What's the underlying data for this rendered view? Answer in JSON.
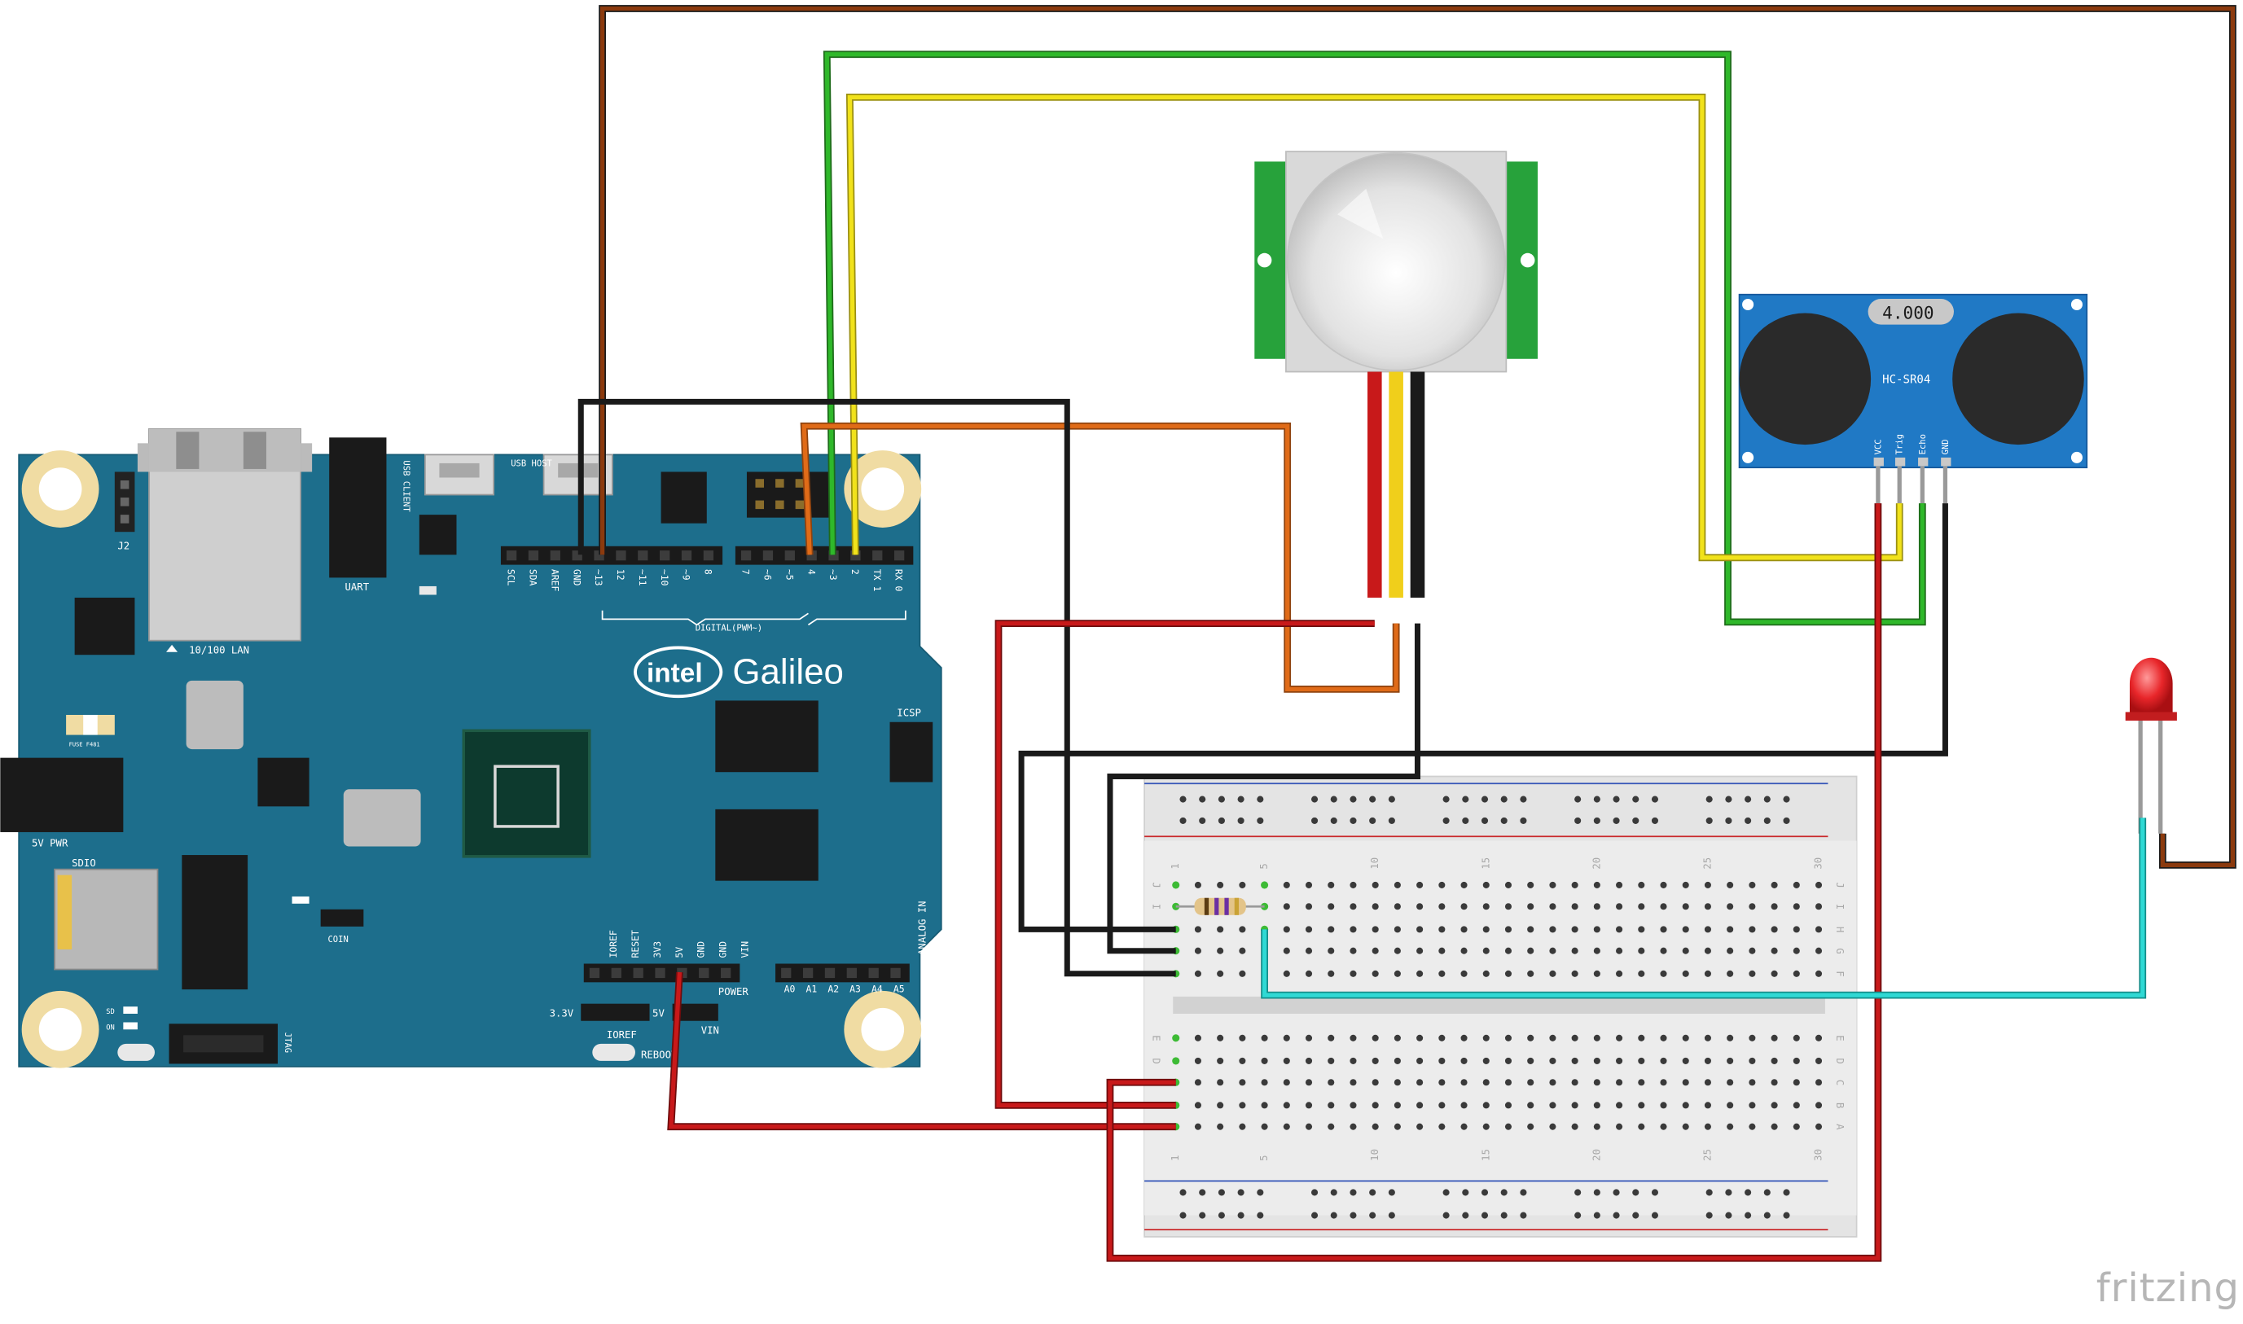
{
  "watermark": "fritzing",
  "board": {
    "brand_intel": "intel",
    "brand_name": "Galileo",
    "labels": {
      "j2": "J2",
      "usb_client": "USB CLIENT",
      "usb_host": "USB HOST",
      "uart": "UART",
      "lan": "10/100 LAN",
      "fuse": "FUSE F481",
      "pwr": "5V PWR",
      "sdio": "SDIO",
      "coin": "COIN",
      "icsp": "ICSP",
      "jtag": "JTAG",
      "reset": "RESET",
      "reboot": "REBOOT",
      "ioref": "IOREF",
      "v33": "3.3V",
      "v5": "5V",
      "vin": "VIN",
      "power": "POWER",
      "analog_in": "ANALOG IN",
      "digital": "DIGITAL(PWM~)",
      "sd": "SD",
      "on": "ON",
      "power_pins": [
        "IOREF",
        "RESET",
        "3V3",
        "5V",
        "GND",
        "GND",
        "VIN"
      ],
      "analog_pins": [
        "A0",
        "A1",
        "A2",
        "A3",
        "A4",
        "A5"
      ],
      "digital_left": [
        "SCL",
        "SDA",
        "AREF",
        "GND",
        "~13",
        "12",
        "~11",
        "~10",
        "~9",
        "8"
      ],
      "digital_right": [
        "7",
        "~6",
        "~5",
        "4",
        "~3",
        "2",
        "TX 1",
        "RX 0"
      ]
    }
  },
  "ultrasonic": {
    "display": "4.000",
    "model": "HC-SR04",
    "pins": [
      "VCC",
      "Trig",
      "Echo",
      "GND"
    ]
  },
  "breadboard": {
    "column_numbers": [
      "1",
      "5",
      "10",
      "15",
      "20",
      "25",
      "30"
    ],
    "row_letters_top": [
      "J",
      "I",
      "H",
      "G",
      "F"
    ],
    "row_letters_bottom": [
      "E",
      "D",
      "C",
      "B",
      "A"
    ]
  },
  "colors": {
    "board": "#1d6e8c",
    "wire_brown": "#8b3a0e",
    "wire_green": "#2fb82a",
    "wire_yellow": "#f1e21b",
    "wire_orange": "#e06b18",
    "wire_red": "#c8191a",
    "wire_black": "#1a1a1a",
    "wire_cyan": "#2fd9d4",
    "sensor_blue": "#2079c5",
    "pir_green": "#27a23b",
    "led_red": "#e8262a"
  }
}
